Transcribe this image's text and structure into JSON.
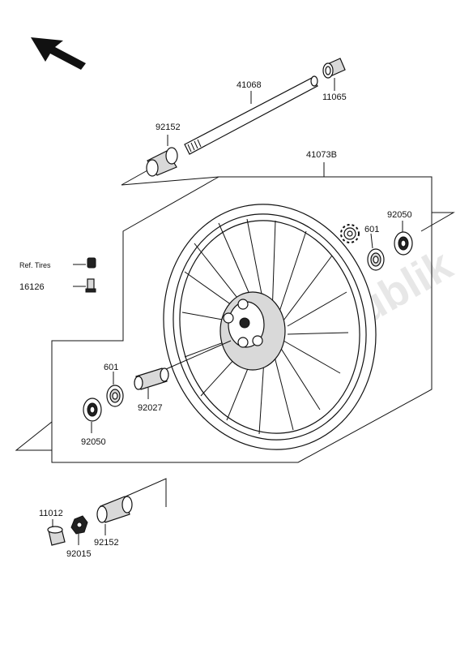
{
  "watermark": "PartsRepublik",
  "callouts": {
    "p11065": "11065",
    "p41068": "41068",
    "p92152_top": "92152",
    "p41073B": "41073B",
    "p92050_right": "92050",
    "p601_right": "601",
    "ref_tires": "Ref. Tires",
    "p16126": "16126",
    "p601_left": "601",
    "p92027": "92027",
    "p92050_left": "92050",
    "p11012": "11012",
    "p92015": "92015",
    "p92152_bottom": "92152"
  },
  "icons": {
    "orientation": "direction-arrow-icon",
    "gear": "gear-icon"
  }
}
